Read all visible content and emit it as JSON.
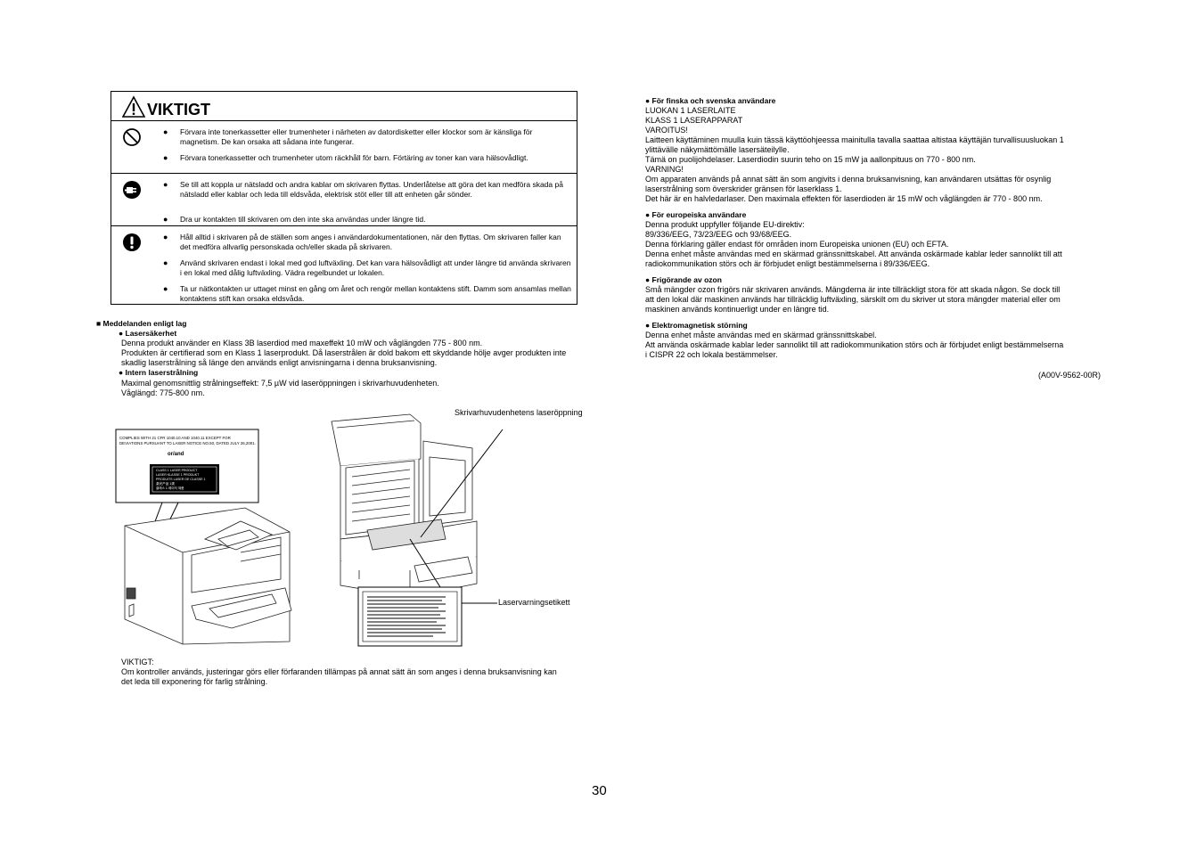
{
  "warning": {
    "title": "VIKTIGT",
    "rows": [
      {
        "icon": "prohibition-icon",
        "items": [
          "Förvara inte tonerkassetter eller trumenheter i närheten av datordisketter eller klockor som är känsliga för magnetism. De kan orsaka att sådana inte fungerar.",
          "Förvara tonerkassetter och trumenheter utom räckhåll för barn. Förtäring av toner kan vara hälsovådligt."
        ]
      },
      {
        "icon": "unplug-icon",
        "items": [
          "Se till att koppla ur nätsladd och andra kablar om skrivaren flyttas. Underlåtelse att göra det kan medföra skada på nätsladd eller kablar och leda till eldsvåda, elektrisk stöt eller till att enheten går sönder.",
          "Dra ur kontakten till skrivaren om den inte ska användas under längre tid."
        ]
      },
      {
        "icon": "exclamation-icon",
        "items": [
          "Håll alltid i skrivaren på de ställen som anges i användardokumentationen, när den flyttas. Om skrivaren faller kan det medföra allvarlig personskada och/eller skada på skrivaren.",
          "Använd skrivaren endast i lokal med god luftväxling. Det kan vara hälsovådligt att under längre tid använda skrivaren i en lokal med dålig luftväxling. Vädra regelbundet ur lokalen.",
          "Ta ur nätkontakten ur uttaget minst en gång om året och rengör mellan kontaktens stift. Damm som ansamlas mellan kontaktens stift kan orsaka eldsvåda."
        ]
      }
    ]
  },
  "left": {
    "section_head": "■ Meddelanden enligt lag",
    "laser_head": "● Lasersäkerhet",
    "laser_lines": [
      "Denna produkt använder en Klass 3B laserdiod med maxeffekt 10 mW och våglängden 775 - 800 nm.",
      "Produkten är certifierad som en Klass 1 laserprodukt. Då laserstrålen är dold bakom ett skyddande hölje avger produkten inte",
      "skadlig laserstrålning så länge den används enligt anvisningarna i denna bruksanvisning."
    ],
    "internal_head": "● Intern laserstrålning",
    "internal_lines": [
      "Maximal genomsnittlig strålningseffekt: 7,5 µW vid laseröppningen i skrivarhuvudenheten.",
      "Våglängd: 775-800 nm."
    ],
    "label_callout_top": "Skrivarhuvudenhetens laseröppning",
    "label_callout_bottom": "Laservarningsetikett",
    "label_compliance": [
      "COMPLIES WITH 21 CFR 1040.10 AND 1040.11 EXCEPT FOR",
      "DEVIATIONS PURSUANT TO LASER NOTICE NO.50, DATED JULY 26,2001."
    ],
    "label_or": "or/and",
    "label_class": [
      "CLASS 1 LASER PRODUCT",
      "LASER KLASSE 1 PRODUKT",
      "PRODUITS LASER DE CLASSE 1",
      "激光产品 1类",
      "클래스 1 레이저 제품"
    ],
    "note_head": "VIKTIGT:",
    "note_lines": [
      "Om kontroller används, justeringar görs eller förfaranden tillämpas på annat sätt än som anges i denna bruksanvisning kan",
      "det leda till exponering för farlig strålning."
    ]
  },
  "right": {
    "sections": [
      {
        "head": "● För finska och svenska användare",
        "lines": [
          "LUOKAN 1 LASERLAITE",
          "KLASS 1 LASERAPPARAT",
          "VAROITUS!",
          "Laitteen käyttäminen muulla kuin tässä käyttöohjeessa mainitulla tavalla saattaa altistaa käyttäjän turvallisuusluokan 1",
          "ylittävälle näkymättömälle lasersäteilylle.",
          "Tämä on puolijohdelaser. Laserdiodin suurin teho on 15 mW ja aallonpituus on 770 - 800 nm.",
          "VARNING!",
          "Om apparaten används på annat sätt än som angivits i denna bruksanvisning, kan användaren utsättas för osynlig",
          "laserstrålning som överskrider gränsen för laserklass 1.",
          "Det här är en halvledarlaser. Den maximala effekten för laserdioden är 15 mW och våglängden är 770 - 800 nm."
        ]
      },
      {
        "head": "● För europeiska användare",
        "lines": [
          "Denna produkt uppfyller följande EU-direktiv:",
          "89/336/EEG, 73/23/EEG och 93/68/EEG.",
          "Denna förklaring gäller endast för områden inom Europeiska unionen (EU) och EFTA.",
          "Denna enhet måste användas med en skärmad gränssnittskabel. Att använda oskärmade kablar leder sannolikt till att",
          "radiokommunikation störs och är förbjudet enligt bestämmelserna i 89/336/EEG."
        ]
      },
      {
        "head": "● Frigörande av ozon",
        "lines": [
          "Små mängder ozon frigörs när skrivaren används. Mängderna är inte tillräckligt stora för att skada någon. Se dock till",
          "att den lokal där maskinen används har tillräcklig luftväxling, särskilt om du skriver ut stora mängder material eller om",
          "maskinen används kontinuerligt under en längre tid."
        ]
      },
      {
        "head": "● Elektromagnetisk störning",
        "lines": [
          "Denna enhet måste användas med en skärmad gränssnittskabel.",
          "Att använda oskärmade kablar leder sannolikt till att radiokommunikation störs och är förbjudet enligt bestämmelserna",
          "i CISPR 22 och lokala bestämmelser."
        ]
      }
    ],
    "ref_code": "(A00V-9562-00R)"
  },
  "page_number": "30"
}
